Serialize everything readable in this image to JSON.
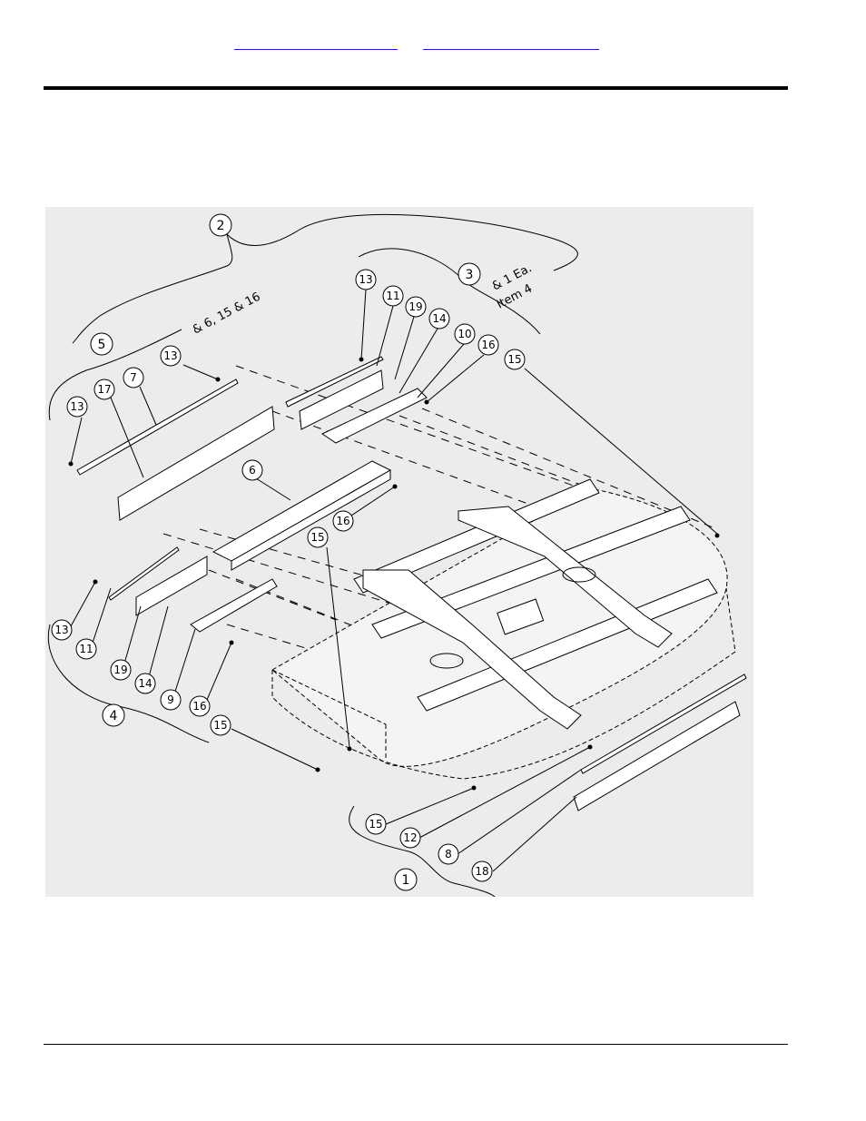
{
  "header": {
    "link_left": "",
    "link_right": ""
  },
  "callouts": [
    {
      "id": "callout-2",
      "label": "2"
    },
    {
      "id": "callout-3",
      "label": "3"
    },
    {
      "id": "callout-5",
      "label": "5"
    },
    {
      "id": "callout-4",
      "label": "4"
    },
    {
      "id": "callout-1",
      "label": "1"
    }
  ],
  "notes": {
    "group2": "& 6, 15 & 16",
    "group3_line1": "& 1 Ea.",
    "group3_line2": "Item 4"
  },
  "part_labels": {
    "p13_top": "13",
    "p11_top": "11",
    "p19_top": "19",
    "p14_top": "14",
    "p10": "10",
    "p16_top": "16",
    "p15_right": "15",
    "p13_upper": "13",
    "p13_left": "13",
    "p17": "17",
    "p7": "7",
    "p6": "6",
    "p16_mid": "16",
    "p15_mid": "15",
    "p13_lower": "13",
    "p11_lower": "11",
    "p19_lower": "19",
    "p14_lower": "14",
    "p9": "9",
    "p16_lower": "16",
    "p15_lower": "15",
    "p15_bottom": "15",
    "p12": "12",
    "p8": "8",
    "p18": "18"
  }
}
